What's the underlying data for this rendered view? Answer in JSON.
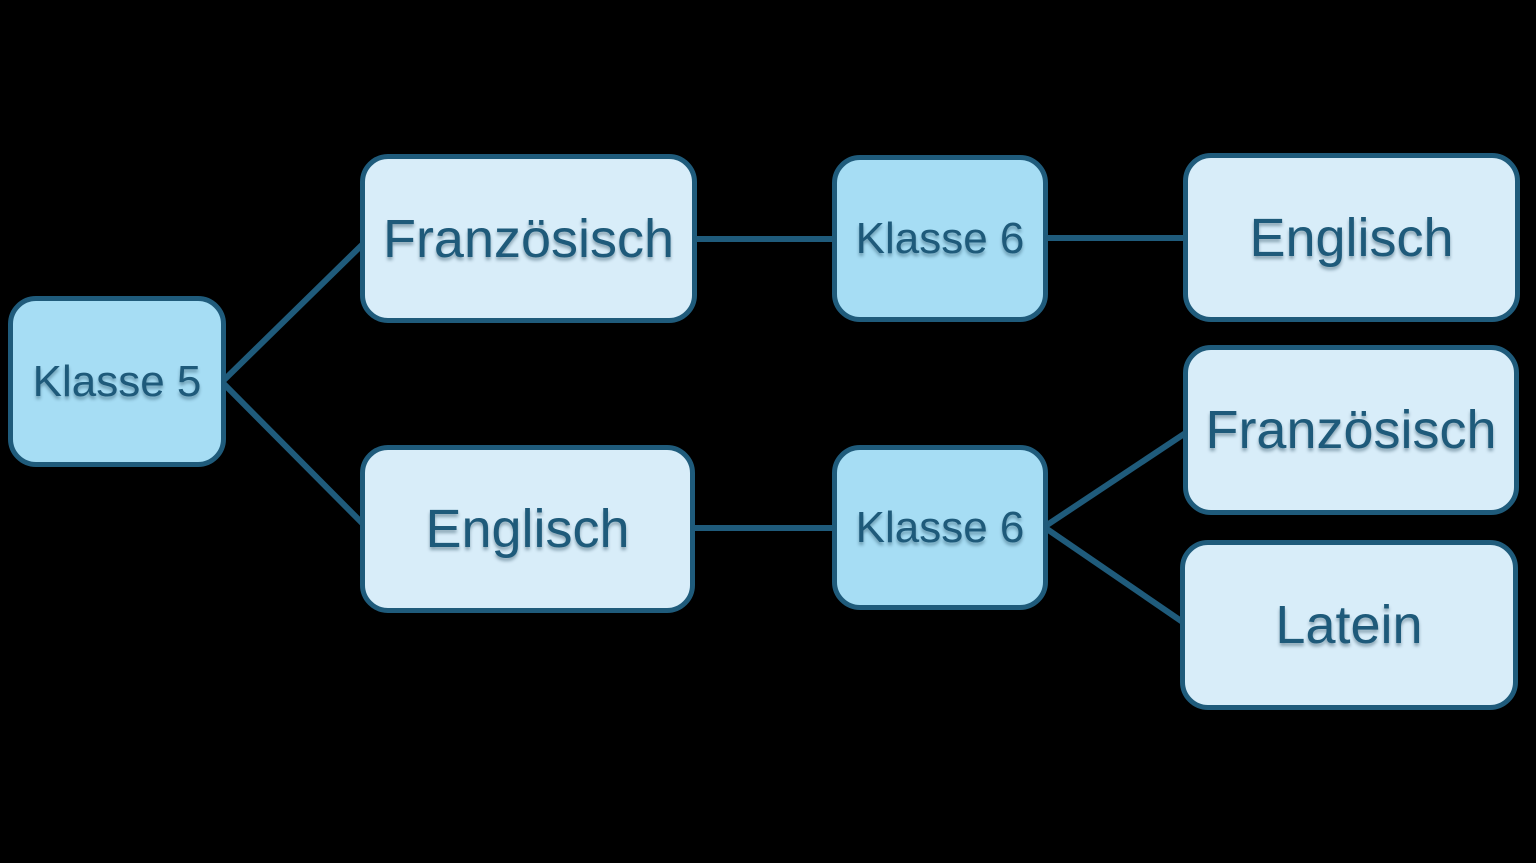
{
  "diagram": {
    "type": "flowchart",
    "background_color": "#000000",
    "node_border_color": "#1F5B7B",
    "edge_color": "#1F5B7B",
    "text_color": "#1E5A7A",
    "primary_node_fill": "#A6DDF4",
    "secondary_node_fill": "#D8EDF9",
    "nodes": {
      "klasse5": {
        "label": "Klasse 5",
        "variant": "primary"
      },
      "franzoesisch_klasse5": {
        "label": "Französisch",
        "variant": "secondary"
      },
      "klasse6_top": {
        "label": "Klasse 6",
        "variant": "primary"
      },
      "englisch_klasse6": {
        "label": "Englisch",
        "variant": "secondary"
      },
      "englisch_klasse5": {
        "label": "Englisch",
        "variant": "secondary"
      },
      "klasse6_bottom": {
        "label": "Klasse 6",
        "variant": "primary"
      },
      "franzoesisch_klasse6": {
        "label": "Französisch",
        "variant": "secondary"
      },
      "latein_klasse6": {
        "label": "Latein",
        "variant": "secondary"
      }
    },
    "edges": [
      {
        "from": "klasse5",
        "to": "franzoesisch_klasse5"
      },
      {
        "from": "klasse5",
        "to": "englisch_klasse5"
      },
      {
        "from": "franzoesisch_klasse5",
        "to": "klasse6_top"
      },
      {
        "from": "klasse6_top",
        "to": "englisch_klasse6"
      },
      {
        "from": "englisch_klasse5",
        "to": "klasse6_bottom"
      },
      {
        "from": "klasse6_bottom",
        "to": "franzoesisch_klasse6"
      },
      {
        "from": "klasse6_bottom",
        "to": "latein_klasse6"
      }
    ]
  }
}
